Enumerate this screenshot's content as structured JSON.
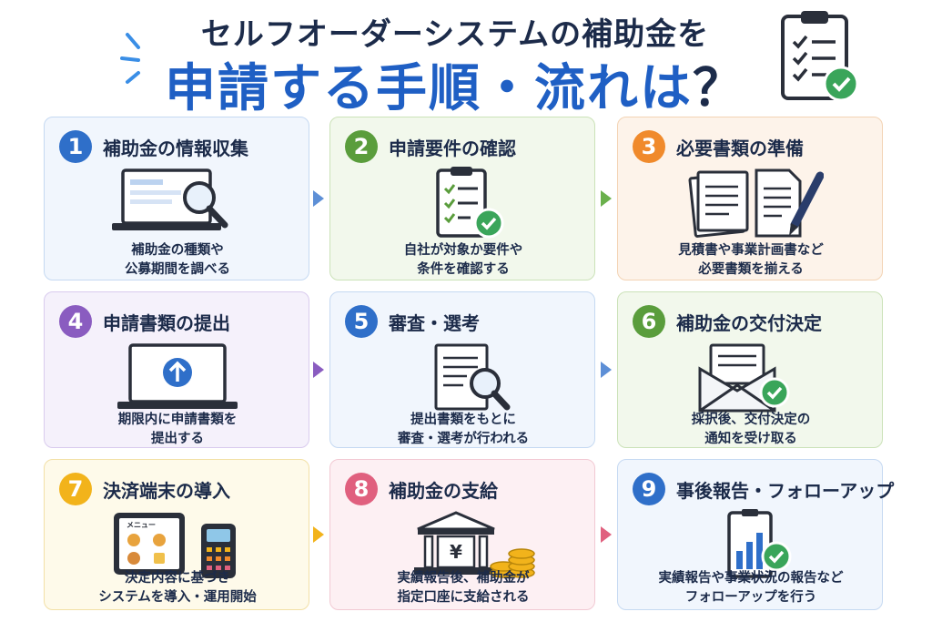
{
  "header": {
    "title_line1": "セルフオーダーシステムの補助金を",
    "title_line2": "申請する手順・流れは",
    "title_q": "？"
  },
  "steps": [
    {
      "number": "1",
      "title": "補助金の情報収集",
      "desc_line1": "補助金の種類や",
      "desc_line2": "公募期間を調べる",
      "icon": "laptop-magnifier-icon",
      "accent": "#2f6fc9"
    },
    {
      "number": "2",
      "title": "申請要件の確認",
      "desc_line1": "自社が対象か要件や",
      "desc_line2": "条件を確認する",
      "icon": "clipboard-check-icon",
      "accent": "#5a9d3c"
    },
    {
      "number": "3",
      "title": "必要書類の準備",
      "desc_line1": "見積書や事業計画書など",
      "desc_line2": "必要書類を揃える",
      "icon": "documents-pen-icon",
      "accent": "#f08a2c"
    },
    {
      "number": "4",
      "title": "申請書類の提出",
      "desc_line1": "期限内に申請書類を",
      "desc_line2": "提出する",
      "icon": "laptop-upload-icon",
      "accent": "#8a5cc0"
    },
    {
      "number": "5",
      "title": "審査・選考",
      "desc_line1": "提出書類をもとに",
      "desc_line2": "審査・選考が行われる",
      "icon": "document-magnifier-icon",
      "accent": "#2f6fc9"
    },
    {
      "number": "6",
      "title": "補助金の交付決定",
      "desc_line1": "採択後、交付決定の",
      "desc_line2": "通知を受け取る",
      "icon": "envelope-check-icon",
      "accent": "#5a9d3c"
    },
    {
      "number": "7",
      "title": "決済端末の導入",
      "desc_line1": "決定内容に基づき",
      "desc_line2": "システムを導入・運用開始",
      "icon": "tablet-terminal-icon",
      "accent": "#f2b31b",
      "menu_label": "メニュー"
    },
    {
      "number": "8",
      "title": "補助金の支給",
      "desc_line1": "実績報告後、補助金が",
      "desc_line2": "指定口座に支給される",
      "icon": "bank-coins-icon",
      "accent": "#e0607e",
      "bank_symbol": "¥"
    },
    {
      "number": "9",
      "title": "事後報告・フォローアップ",
      "desc_line1": "実績報告や事業状況の報告など",
      "desc_line2": "フォローアップを行う",
      "icon": "report-chart-icon",
      "accent": "#2f6fc9"
    }
  ]
}
